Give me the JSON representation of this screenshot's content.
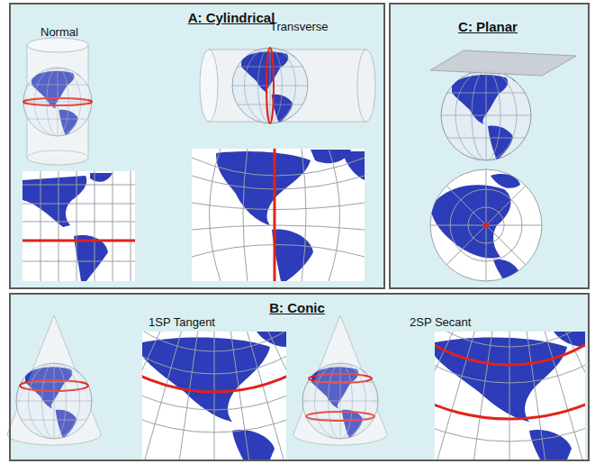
{
  "diagram": {
    "nodes": [
      {
        "text": [
          "A: Cylindrical"
        ]
      },
      {
        "text": [
          "C: Planar"
        ]
      },
      {
        "text": [
          "B: Conic"
        ]
      }
    ],
    "labels": [
      "Normal",
      "Transverse",
      "1SP Tangent",
      "2SP Secant"
    ]
  }
}
